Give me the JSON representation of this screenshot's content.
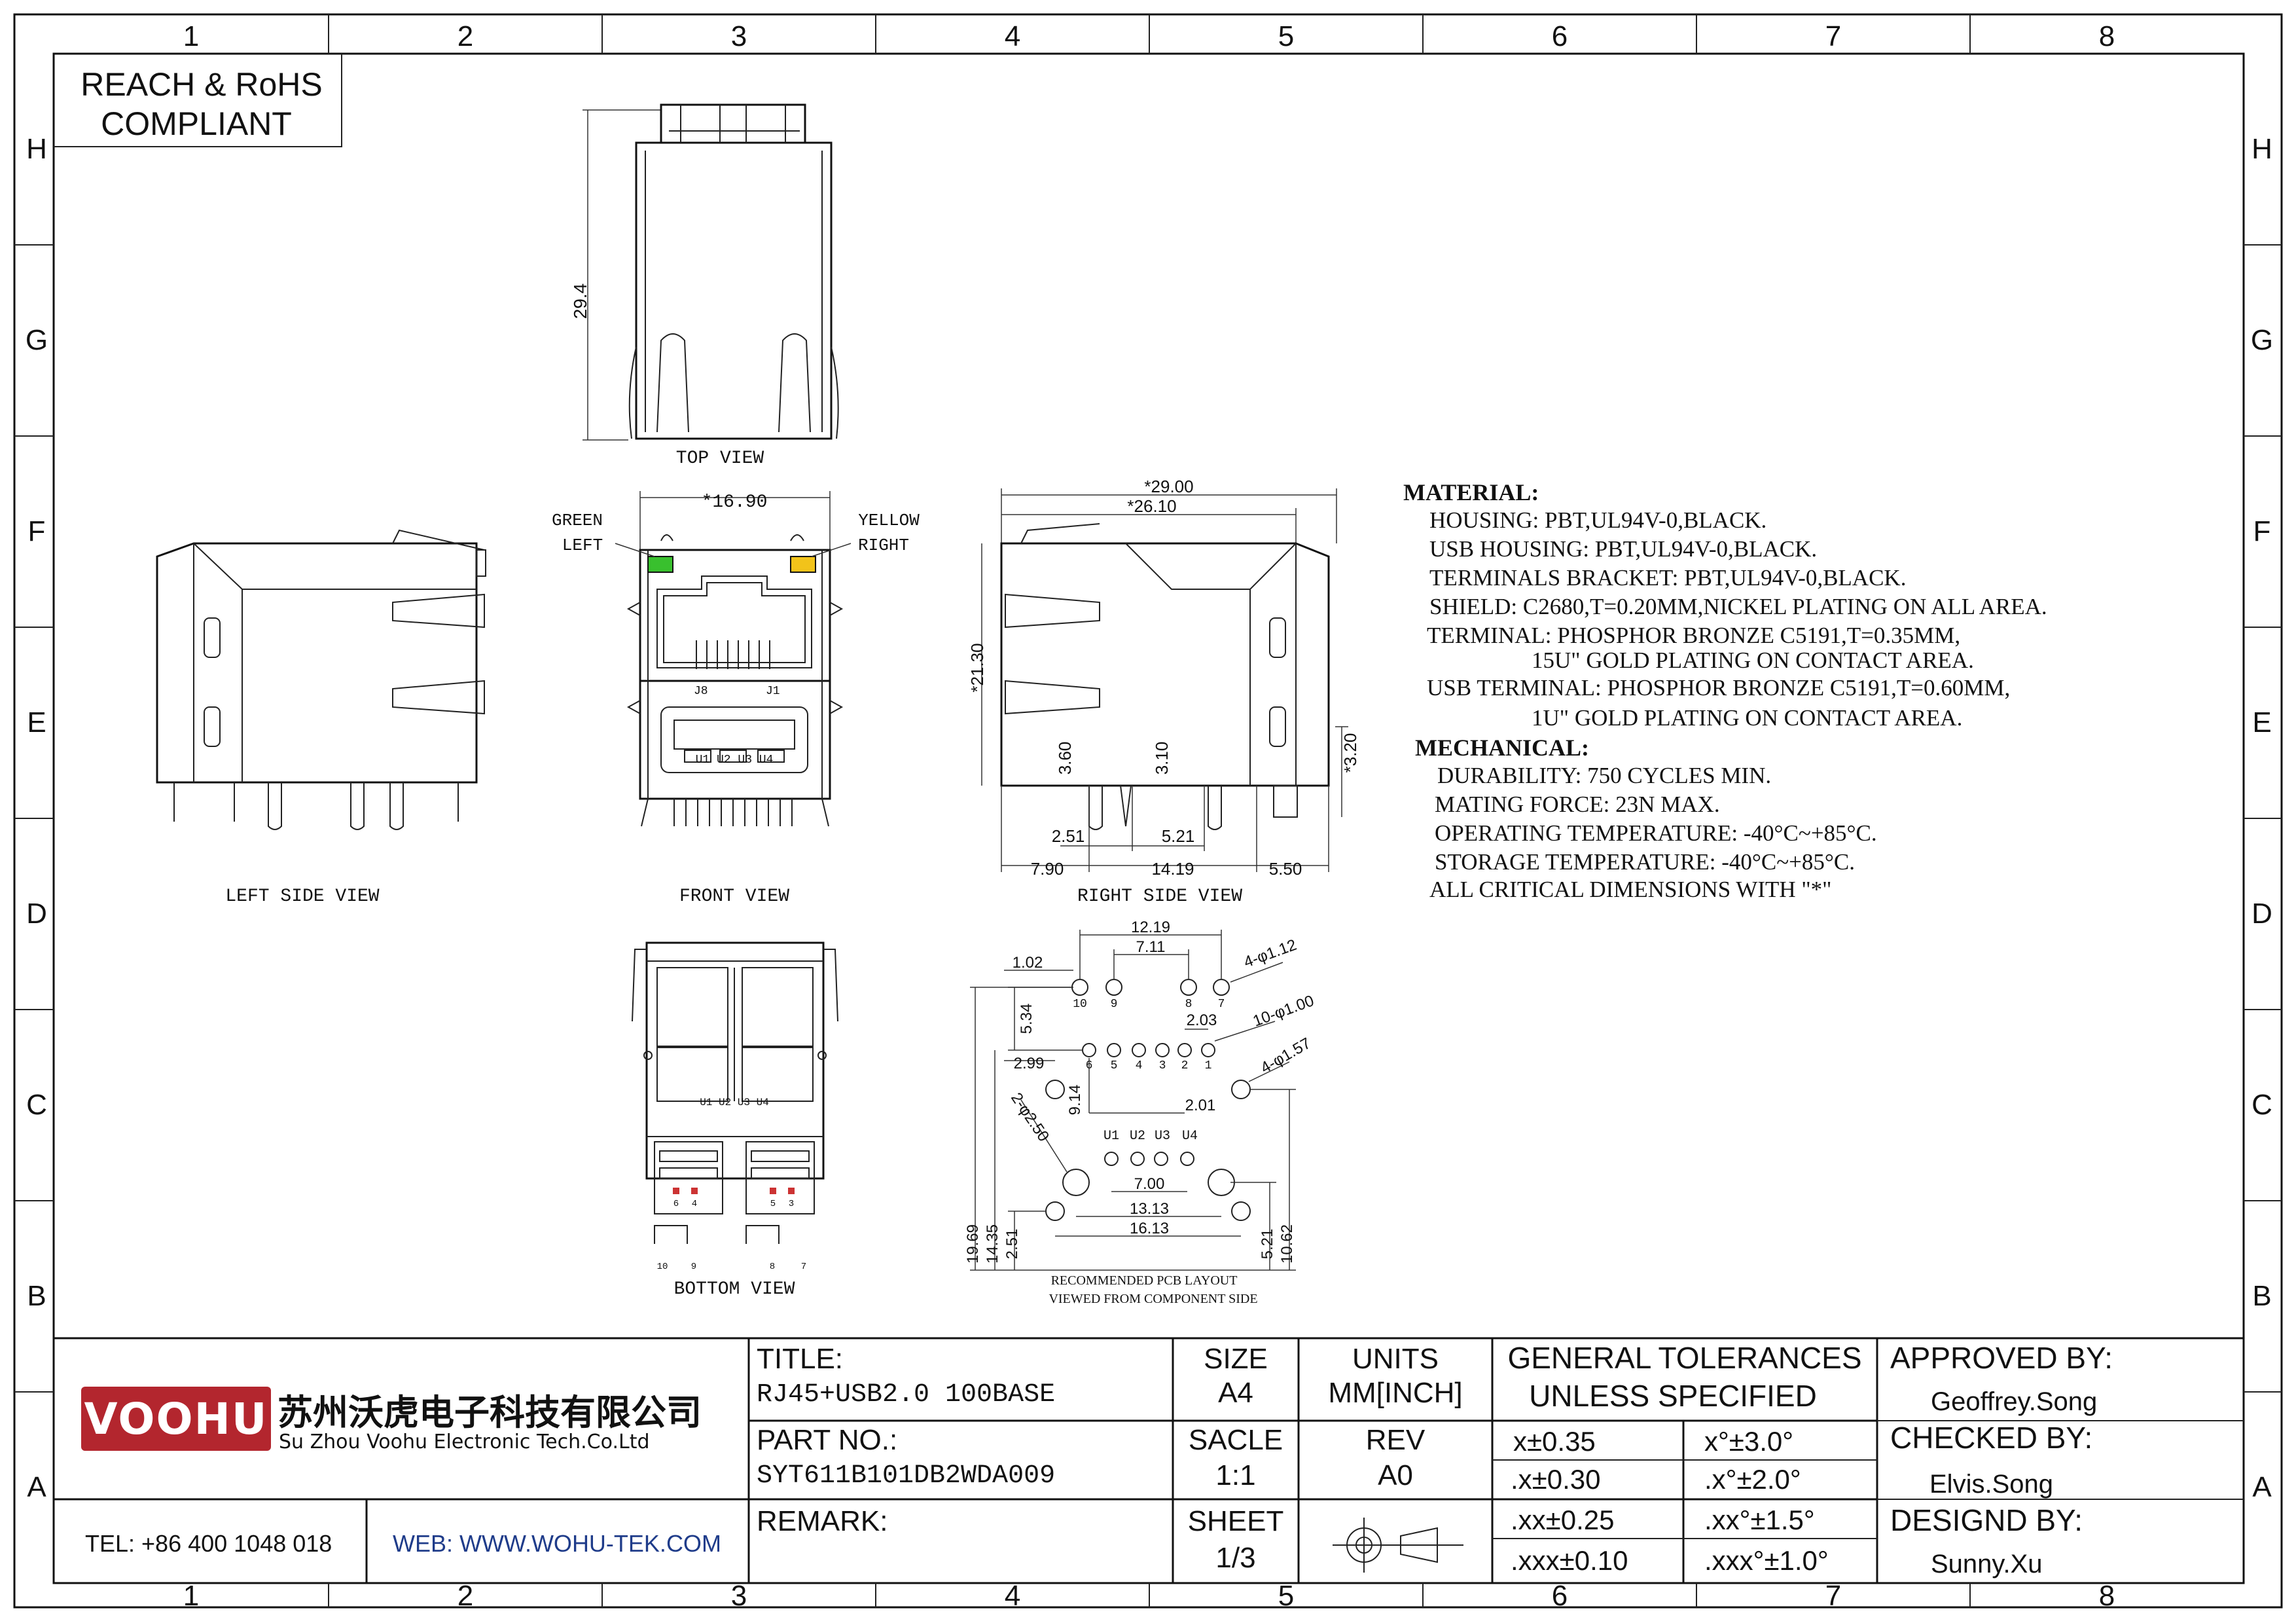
{
  "frame": {
    "columns": [
      "1",
      "2",
      "3",
      "4",
      "5",
      "6",
      "7",
      "8"
    ],
    "rows": [
      "H",
      "G",
      "F",
      "E",
      "D",
      "C",
      "B",
      "A"
    ]
  },
  "compliance": {
    "line1": "REACH & RoHS",
    "line2": "COMPLIANT"
  },
  "views": {
    "top": "TOP VIEW",
    "left_side": "LEFT SIDE VIEW",
    "front": "FRONT VIEW",
    "right_side": "RIGHT SIDE VIEW",
    "bottom": "BOTTOM VIEW",
    "pcb_line1": "RECOMMENDED PCB LAYOUT",
    "pcb_line2": "VIEWED FROM COMPONENT SIDE"
  },
  "led": {
    "green_line1": "GREEN",
    "green_line2": "LEFT",
    "yellow_line1": "YELLOW",
    "yellow_line2": "RIGHT",
    "green_color": "#39c02e",
    "yellow_color": "#f2c31a"
  },
  "front_labels": {
    "j8": "J8",
    "j1": "J1",
    "usb": "U1 U2 U3 U4"
  },
  "bottom_labels": {
    "usb": "U1 U2 U3 U4",
    "p1": "6",
    "p2": "4",
    "p3": "5",
    "p4": "3",
    "p5": "10",
    "p6": "9",
    "p7": "8",
    "p8": "7"
  },
  "dimensions": {
    "top_height": "29.4",
    "front_width": "*16.90",
    "front_height": "*21.30",
    "right_w1": "*29.00",
    "right_w2": "*26.10",
    "right_h1": "3.60",
    "right_h2": "3.10",
    "right_h3": "*3.20",
    "right_b1": "2.51",
    "right_b2": "5.21",
    "right_b3": "7.90",
    "right_b4": "14.19",
    "right_b5": "5.50"
  },
  "pcb": {
    "d1": "12.19",
    "d2": "7.11",
    "d3": "1.02",
    "d4": "4-φ1.12",
    "d5": "5.34",
    "d6": "2.03",
    "d7": "10-φ1.00",
    "d8": "2.99",
    "d9": "4-φ1.57",
    "d10": "9.14",
    "d11": "2.01",
    "d12": "2-φ2.50",
    "d13": "7.00",
    "d14": "13.13",
    "d15": "16.13",
    "d16": "19.69",
    "d17": "14.35",
    "d18": "2.51",
    "d19": "5.21",
    "d20": "10.62",
    "pins_top": [
      "10",
      "9",
      "8",
      "7"
    ],
    "pins_mid": [
      "6",
      "5",
      "4",
      "3",
      "2",
      "1"
    ],
    "pins_usb": [
      "U1",
      "U2",
      "U3",
      "U4"
    ]
  },
  "material": {
    "heading": "MATERIAL:",
    "lines": [
      "HOUSING: PBT,UL94V-0,BLACK.",
      "USB HOUSING: PBT,UL94V-0,BLACK.",
      "TERMINALS BRACKET: PBT,UL94V-0,BLACK.",
      "SHIELD: C2680,T=0.20MM,NICKEL PLATING ON ALL AREA.",
      "TERMINAL: PHOSPHOR BRONZE C5191,T=0.35MM,",
      "15U\" GOLD PLATING ON CONTACT AREA.",
      "USB TERMINAL: PHOSPHOR BRONZE C5191,T=0.60MM,",
      "1U\" GOLD PLATING ON CONTACT AREA."
    ]
  },
  "mechanical": {
    "heading": "MECHANICAL:",
    "lines": [
      "DURABILITY: 750 CYCLES MIN.",
      "MATING FORCE: 23N MAX.",
      "OPERATING TEMPERATURE: -40°C~+85°C.",
      "STORAGE TEMPERATURE: -40°C~+85°C.",
      "ALL CRITICAL DIMENSIONS WITH \"*\""
    ]
  },
  "title_block": {
    "logo": "VOOHU",
    "company_cn": "苏州沃虎电子科技有限公司",
    "company_en": "Su Zhou Voohu Electronic Tech.Co.Ltd",
    "tel": "TEL: +86 400 1048 018",
    "web": "WEB: WWW.WOHU-TEK.COM",
    "title_label": "TITLE:",
    "title_value": "RJ45+USB2.0 100BASE",
    "part_label": "PART NO.:",
    "part_value": "SYT611B101DB2WDA009",
    "remark_label": "REMARK:",
    "size_label": "SIZE",
    "size_value": "A4",
    "units_label": "UNITS",
    "units_value": "MM[INCH]",
    "scale_label": "SACLE",
    "scale_value": "1:1",
    "rev_label": "REV",
    "rev_value": "A0",
    "sheet_label": "SHEET",
    "sheet_value": "1/3",
    "tol_line1": "GENERAL TOLERANCES",
    "tol_line2": "UNLESS SPECIFIED",
    "tol": [
      [
        "x±0.35",
        "x°±3.0°"
      ],
      [
        ".x±0.30",
        ".x°±2.0°"
      ],
      [
        ".xx±0.25",
        ".xx°±1.5°"
      ],
      [
        ".xxx±0.10",
        ".xxx°±1.0°"
      ]
    ],
    "approved_label": "APPROVED BY:",
    "approved_value": "Geoffrey.Song",
    "checked_label": "CHECKED BY:",
    "checked_value": "Elvis.Song",
    "design_label": "DESIGND BY:",
    "design_value": "Sunny.Xu",
    "brand_color": "#b3262e",
    "web_color": "#1f3c8a"
  }
}
